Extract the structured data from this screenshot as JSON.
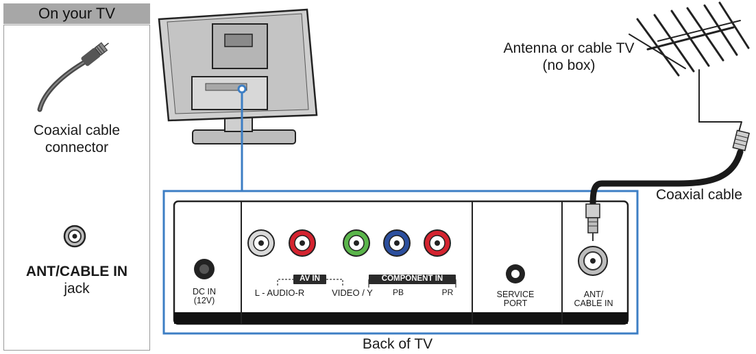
{
  "legend": {
    "header": "On your TV",
    "connector_label": [
      "Coaxial cable",
      "connector"
    ],
    "jack_label_bold": "ANT/CABLE IN",
    "jack_label": "jack"
  },
  "antenna_label": [
    "Antenna or cable TV",
    "(no box)"
  ],
  "cable_label": "Coaxial cable",
  "back_label": "Back of TV",
  "panel": {
    "dc_in": [
      "DC IN",
      "(12V)"
    ],
    "av_in": "AV IN",
    "component_in": "COMPONENT IN",
    "audio": "L - AUDIO-R",
    "video_y": "VIDEO / Y",
    "pb": "PB",
    "pr": "PR",
    "service": [
      "SERVICE",
      "PORT"
    ],
    "ant": [
      "ANT/",
      "CABLE IN"
    ]
  },
  "colors": {
    "callout_blue": "#3c7ec4",
    "jack_white": "#d9d9d9",
    "jack_red": "#d4232f",
    "jack_green": "#5ab54a",
    "jack_blue": "#2c4f9e"
  }
}
